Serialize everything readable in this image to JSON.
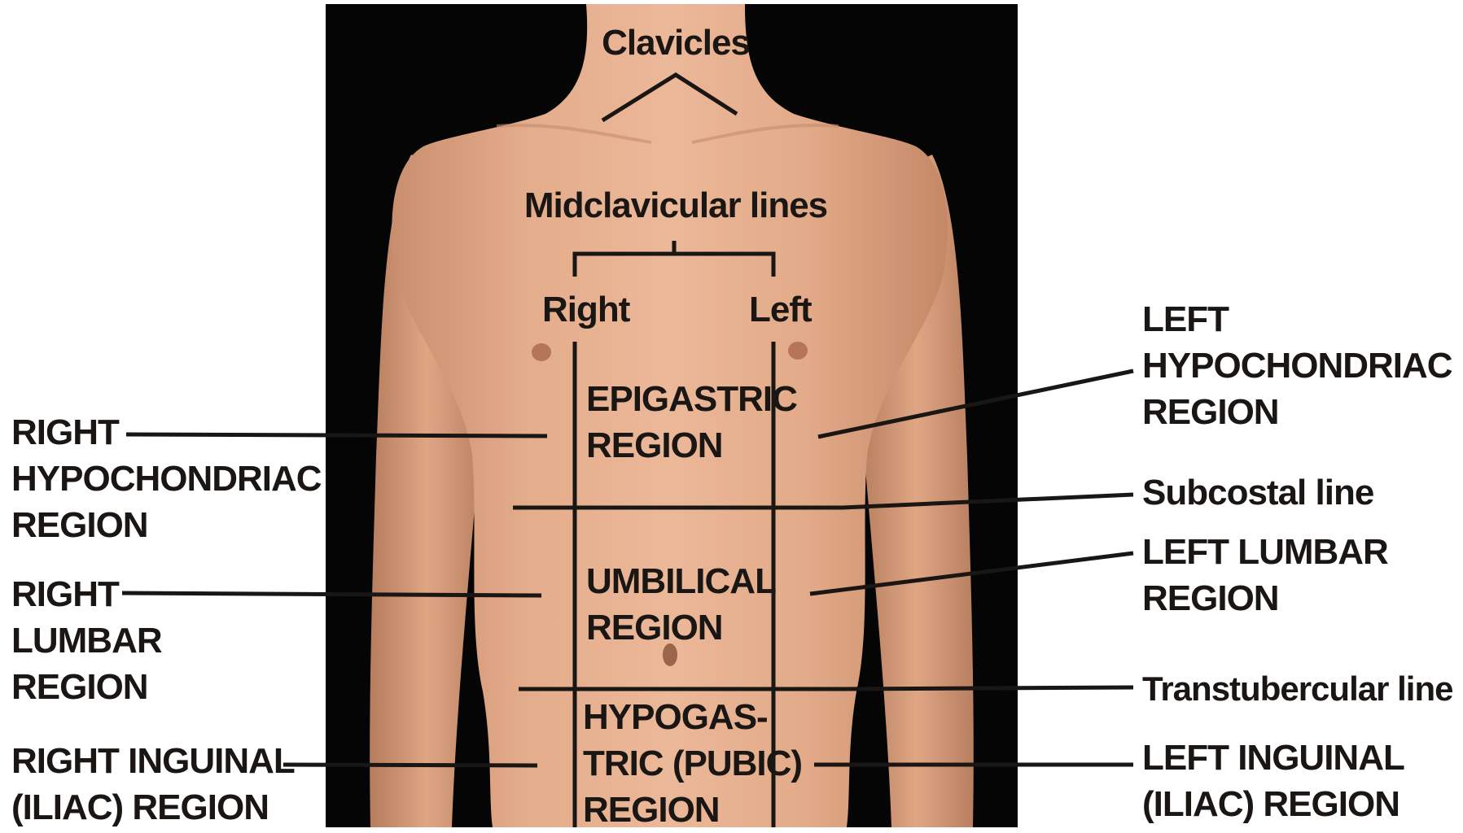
{
  "colors": {
    "background_panel": "#050505",
    "skin": "#e6b292",
    "line": "#1a1614",
    "text": "#1a1614"
  },
  "labels": {
    "clavicles": "Clavicles",
    "midclavicular_lines": "Midclavicular lines",
    "right": "Right",
    "left": "Left",
    "epigastric": "EPIGASTRIC\nREGION",
    "umbilical": "UMBILICAL\nREGION",
    "hypogastric": "HYPOGAS-\nTRIC (PUBIC)\nREGION",
    "right_hypochondriac": "RIGHT\nHYPOCHONDRIAC\nREGION",
    "right_lumbar": "RIGHT\nLUMBAR\nREGION",
    "right_inguinal": "RIGHT INGUINAL\n(ILIAC) REGION",
    "left_hypochondriac": "LEFT\nHYPOCHONDRIAC\nREGION",
    "subcostal_line": "Subcostal line",
    "left_lumbar": "LEFT LUMBAR\nREGION",
    "transtubercular_line": "Transtubercular line",
    "left_inguinal": "LEFT INGUINAL\n(ILIAC) REGION"
  }
}
